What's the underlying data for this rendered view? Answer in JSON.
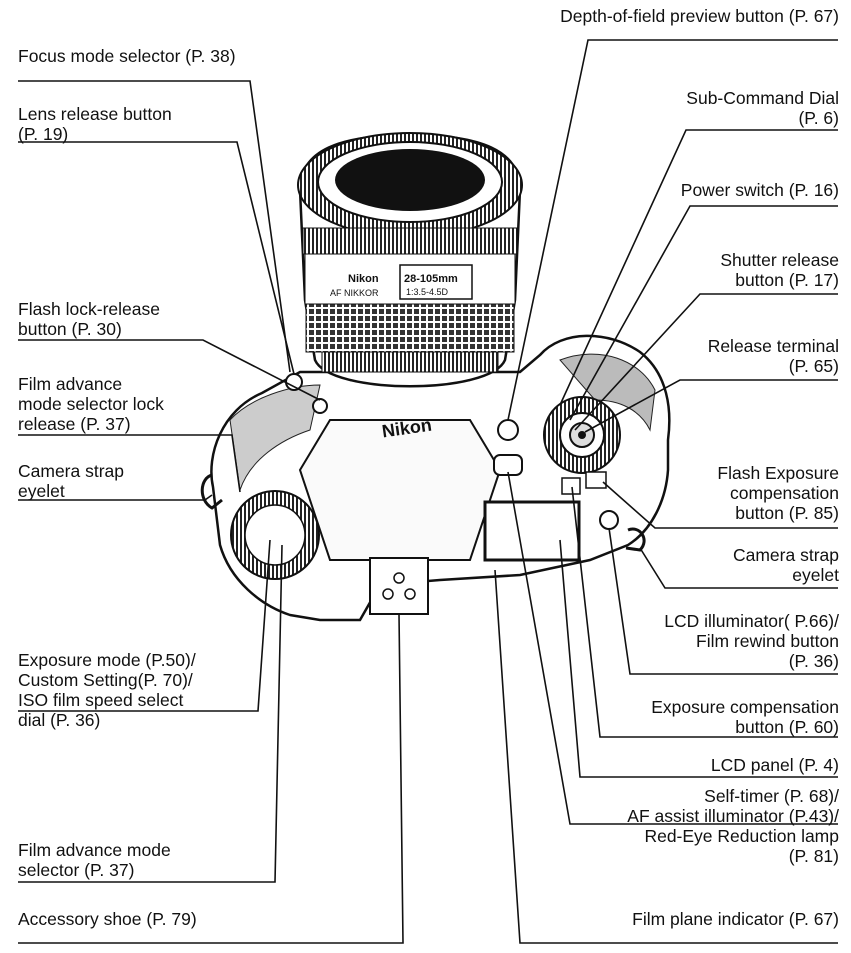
{
  "callouts": {
    "focus_mode": [
      "Focus mode selector (P. 38)"
    ],
    "lens_release": [
      "Lens release button",
      "(P. 19)"
    ],
    "flash_lock_release": [
      "Flash lock-release",
      "button (P. 30)"
    ],
    "film_advance_lock": [
      "Film advance",
      "mode selector lock",
      "release (P. 37)"
    ],
    "strap_eyelet_left": [
      "Camera strap",
      "eyelet"
    ],
    "exposure_mode_dial": [
      "Exposure mode (P.50)/",
      "Custom Setting(P. 70)/",
      "ISO film speed select",
      "dial (P. 36)"
    ],
    "film_advance_selector": [
      "Film advance mode",
      "selector (P. 37)"
    ],
    "accessory_shoe": [
      "Accessory shoe (P. 79)"
    ],
    "dof_preview": [
      "Depth-of-field preview button (P. 67)"
    ],
    "sub_command_dial": [
      "Sub-Command Dial",
      "(P. 6)"
    ],
    "power_switch": [
      "Power switch (P. 16)"
    ],
    "shutter_release": [
      "Shutter release",
      "button (P. 17)"
    ],
    "release_terminal": [
      "Release terminal",
      "(P. 65)"
    ],
    "flash_exposure_comp": [
      "Flash Exposure",
      "compensation",
      "button (P. 85)"
    ],
    "strap_eyelet_right": [
      "Camera strap",
      "eyelet"
    ],
    "lcd_illuminator": [
      "LCD illuminator( P.66)/",
      "Film rewind button",
      "(P. 36)"
    ],
    "exposure_comp": [
      "Exposure compensation",
      "button (P. 60)"
    ],
    "lcd_panel": [
      "LCD panel (P. 4)"
    ],
    "self_timer": [
      "Self-timer (P. 68)/",
      "AF assist illuminator (P.43)/",
      "Red-Eye Reduction lamp",
      "(P. 81)"
    ],
    "film_plane": [
      "Film plane indicator (P. 67)"
    ]
  },
  "lens_markings": {
    "brand": "Nikon",
    "line": "AF NIKKOR",
    "focal": "28-105mm",
    "aperture": "1:3.5-4.5D",
    "body_logo": "Nikon"
  }
}
